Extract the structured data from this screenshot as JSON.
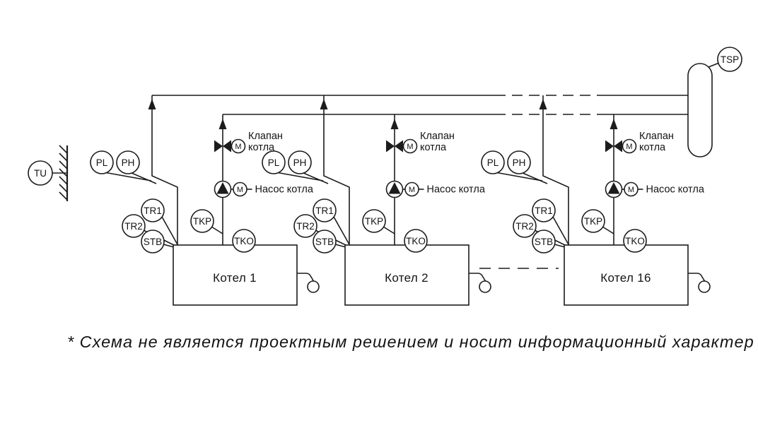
{
  "diagram": {
    "outdoor_sensor_tag": "TU",
    "tank_sensor_tag": "TSP",
    "boilers": [
      {
        "name": "Котел 1",
        "sensors": {
          "pl": "PL",
          "ph": "PH",
          "tr1": "TR1",
          "tr2": "TR2",
          "stb": "STB",
          "tkp": "TKP",
          "tko": "TKO"
        },
        "valve": {
          "motor": "M",
          "label_line1": "Клапан",
          "label_line2": "котла"
        },
        "pump": {
          "motor": "M",
          "label": "Насос котла"
        }
      },
      {
        "name": "Котел 2",
        "sensors": {
          "pl": "PL",
          "ph": "PH",
          "tr1": "TR1",
          "tr2": "TR2",
          "stb": "STB",
          "tkp": "TKP",
          "tko": "TKO"
        },
        "valve": {
          "motor": "M",
          "label_line1": "Клапан",
          "label_line2": "котла"
        },
        "pump": {
          "motor": "M",
          "label": "Насос котла"
        }
      },
      {
        "name": "Котел 16",
        "sensors": {
          "pl": "PL",
          "ph": "PH",
          "tr1": "TR1",
          "tr2": "TR2",
          "stb": "STB",
          "tkp": "TKP",
          "tko": "TKO"
        },
        "valve": {
          "motor": "M",
          "label_line1": "Клапан",
          "label_line2": "котла"
        },
        "pump": {
          "motor": "M",
          "label": "Насос котла"
        }
      }
    ],
    "disclaimer": "* Схема не является проектным решением и носит информационный характер"
  }
}
